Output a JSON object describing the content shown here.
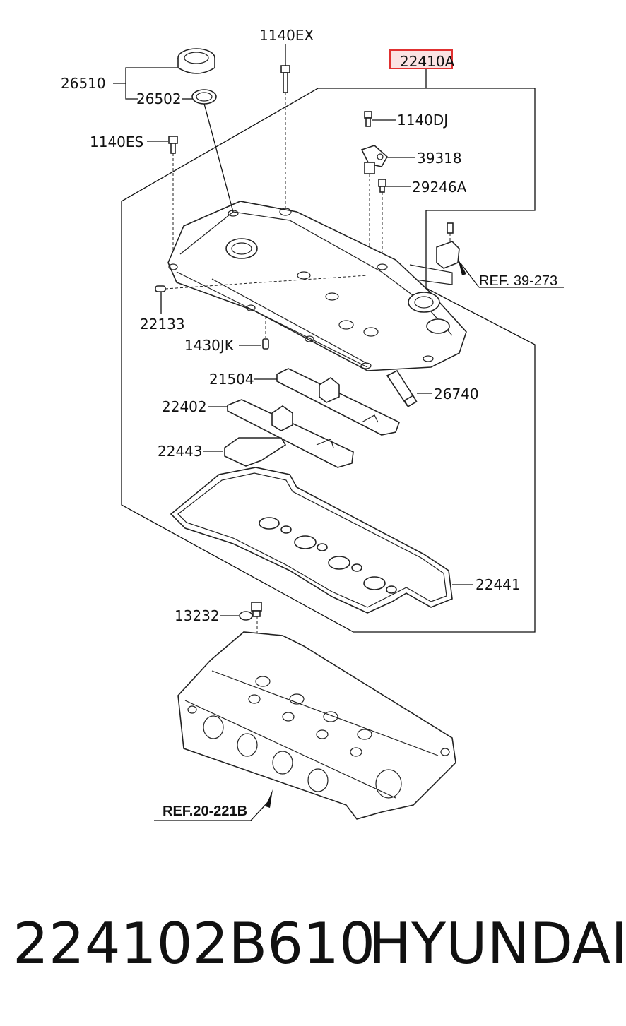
{
  "labels": {
    "l_1140EX": "1140EX",
    "l_22410A": "22410A",
    "l_26510": "26510",
    "l_26502": "26502",
    "l_1140DJ": "1140DJ",
    "l_1140ES": "1140ES",
    "l_39318": "39318",
    "l_29246A": "29246A",
    "l_ref39": "REF. 39-273",
    "l_22133": "22133",
    "l_1430JK": "1430JK",
    "l_21504": "21504",
    "l_26740": "26740",
    "l_22402": "22402",
    "l_22443": "22443",
    "l_22441": "22441",
    "l_13232": "13232",
    "l_ref20": "REF.20-221B"
  },
  "highlight": {
    "color": "#e03030",
    "fill": "#fbe3e3"
  },
  "footer": {
    "part_number": "224102B610",
    "brand": "HYUNDAI"
  }
}
